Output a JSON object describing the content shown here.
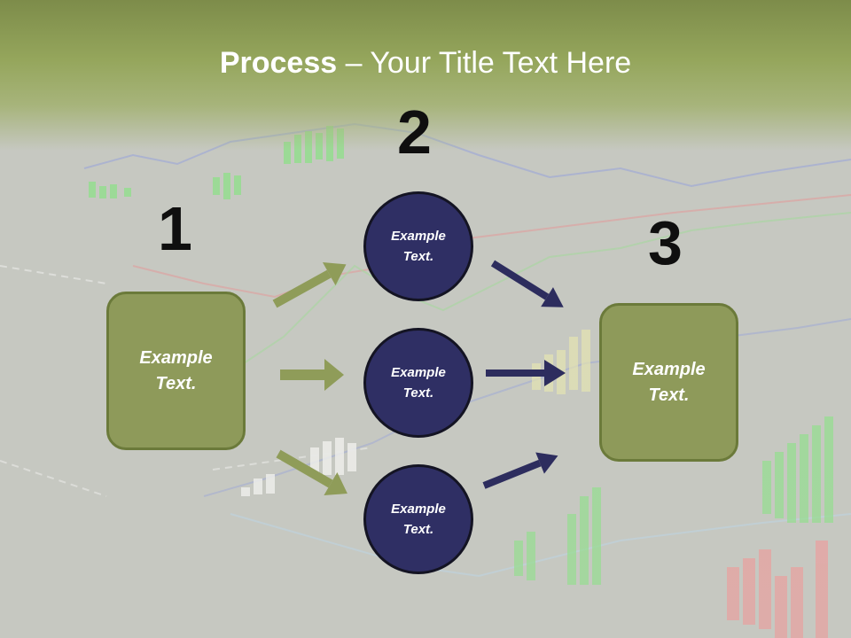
{
  "title": {
    "bold": "Process",
    "separator": " – ",
    "rest": "Your Title Text Here"
  },
  "steps": [
    {
      "number": "1",
      "text": "Example Text."
    },
    {
      "number": "2",
      "text": "Example Text."
    },
    {
      "number": "3",
      "text": "Example Text."
    }
  ],
  "circles": [
    {
      "text": "Example Text."
    },
    {
      "text": "Example Text."
    },
    {
      "text": "Example Text."
    }
  ],
  "colors": {
    "olive_box": "#8e9a5a",
    "navy_circle": "#2f2f64",
    "green_arrow": "#8f9c59",
    "navy_arrow": "#2d2d5e"
  }
}
